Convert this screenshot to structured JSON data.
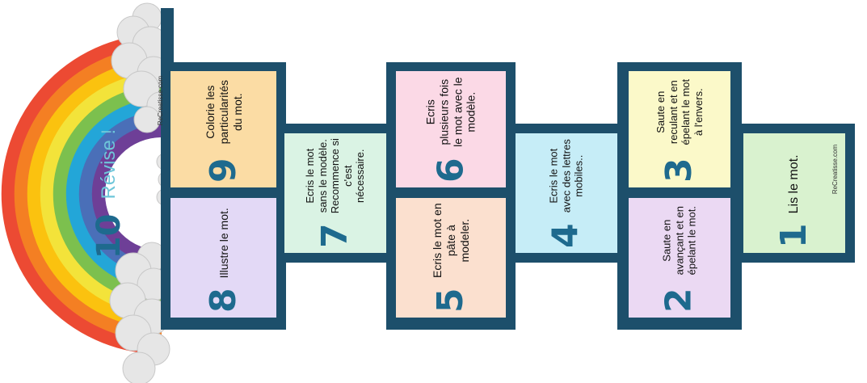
{
  "board": {
    "colors": {
      "frame": "#1d4f6b",
      "number": "#1e6a8e",
      "revise_text": "#6ec6d9",
      "rainbow": [
        "#ec4a33",
        "#f47f23",
        "#fbc20f",
        "#f3e33a",
        "#7cc04e",
        "#23a6d8",
        "#4a6fb8",
        "#6e3f97"
      ]
    },
    "revise": {
      "number": "10",
      "label": "Révise !"
    },
    "squares": [
      {
        "number": "1",
        "text": "Lis le mot.",
        "color": "#d9f2cf"
      },
      {
        "number": "2",
        "text": "Saute en avançant et en épelant le mot.",
        "color": "#ebd9f3"
      },
      {
        "number": "3",
        "text": "Saute en reculant et en épelant le mot à l'envers.",
        "color": "#fbf9c9"
      },
      {
        "number": "4",
        "text": "Ecris le mot avec des lettres mobiles..",
        "color": "#c6edf7"
      },
      {
        "number": "5",
        "text": "Ecris le mot en pâte à modeler.",
        "color": "#fbe0cf"
      },
      {
        "number": "6",
        "text": "Ecris plusieurs fois le mot avec le modèle.",
        "color": "#fbd9e6"
      },
      {
        "number": "7",
        "text": "Ecris le mot sans le modèle. Recommence si c'est nécessaire.",
        "color": "#daf3e4"
      },
      {
        "number": "8",
        "text": "Illustre le mot.",
        "color": "#e3d9f6"
      },
      {
        "number": "9",
        "text": "Colorie les particularités du mot.",
        "color": "#fbdca4"
      }
    ],
    "watermarks": [
      "ReCreatisse.com",
      "ReCreatisse.com"
    ]
  }
}
